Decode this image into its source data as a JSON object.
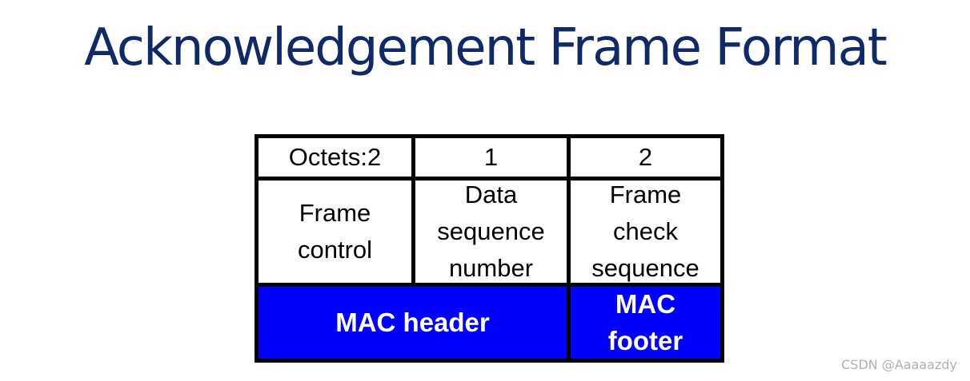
{
  "title": "Acknowledgement Frame Format",
  "table": {
    "octets_row": [
      "Octets:2",
      "1",
      "2"
    ],
    "fields": {
      "frame_control": "Frame\ncontrol",
      "data_sequence_number": "Data\nsequence\nnumber",
      "frame_check_sequence": "Frame\ncheck\nsequence"
    },
    "groups": {
      "mac_header": "MAC header",
      "mac_footer": "MAC\nfooter"
    }
  },
  "colors": {
    "title": "#0f2a66",
    "group_fill": "#0000ff",
    "group_text": "#ffffff",
    "border": "#000000"
  },
  "watermark": "CSDN @Aaaaazdy"
}
